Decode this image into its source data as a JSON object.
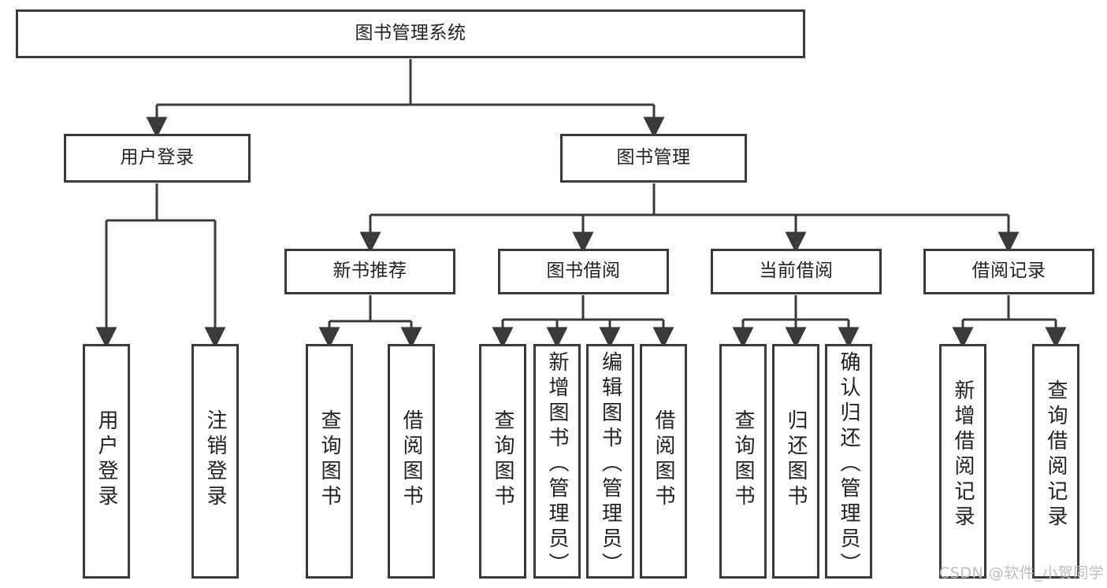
{
  "diagram": {
    "title": "图书管理系统",
    "type": "tree-hierarchy",
    "root": {
      "id": "root",
      "label": "图书管理系统"
    },
    "level2": [
      {
        "id": "user-login",
        "label": "用户登录"
      },
      {
        "id": "book-manage",
        "label": "图书管理"
      }
    ],
    "level3": [
      {
        "id": "new-book-recommend",
        "label": "新书推荐",
        "parent": "book-manage"
      },
      {
        "id": "book-borrow",
        "label": "图书借阅",
        "parent": "book-manage"
      },
      {
        "id": "current-borrow",
        "label": "当前借阅",
        "parent": "book-manage"
      },
      {
        "id": "borrow-record",
        "label": "借阅记录",
        "parent": "book-manage"
      }
    ],
    "leaves": {
      "user_login": [
        {
          "id": "leaf-user-login",
          "label": "用户登录"
        },
        {
          "id": "leaf-logout",
          "label": "注销登录"
        }
      ],
      "new_book_recommend": [
        {
          "id": "leaf-query-book-1",
          "label": "查询图书"
        },
        {
          "id": "leaf-borrow-book-1",
          "label": "借阅图书"
        }
      ],
      "book_borrow": [
        {
          "id": "leaf-query-book-2",
          "label": "查询图书"
        },
        {
          "id": "leaf-add-book",
          "label": "新增图书（管理员）"
        },
        {
          "id": "leaf-edit-book",
          "label": "编辑图书（管理员）"
        },
        {
          "id": "leaf-borrow-book-2",
          "label": "借阅图书"
        }
      ],
      "current_borrow": [
        {
          "id": "leaf-query-book-3",
          "label": "查询图书"
        },
        {
          "id": "leaf-return-book",
          "label": "归还图书"
        },
        {
          "id": "leaf-confirm-return",
          "label": "确认归还（管理员）"
        }
      ],
      "borrow_record": [
        {
          "id": "leaf-add-record",
          "label": "新增借阅记录"
        },
        {
          "id": "leaf-query-record",
          "label": "查询借阅记录"
        }
      ]
    }
  },
  "watermark": {
    "text": "CSDN @软件_小贺同学"
  },
  "colors": {
    "border": "#3a3a3a",
    "background": "#ffffff",
    "text": "#222222",
    "watermark": "#bdbdbd"
  }
}
